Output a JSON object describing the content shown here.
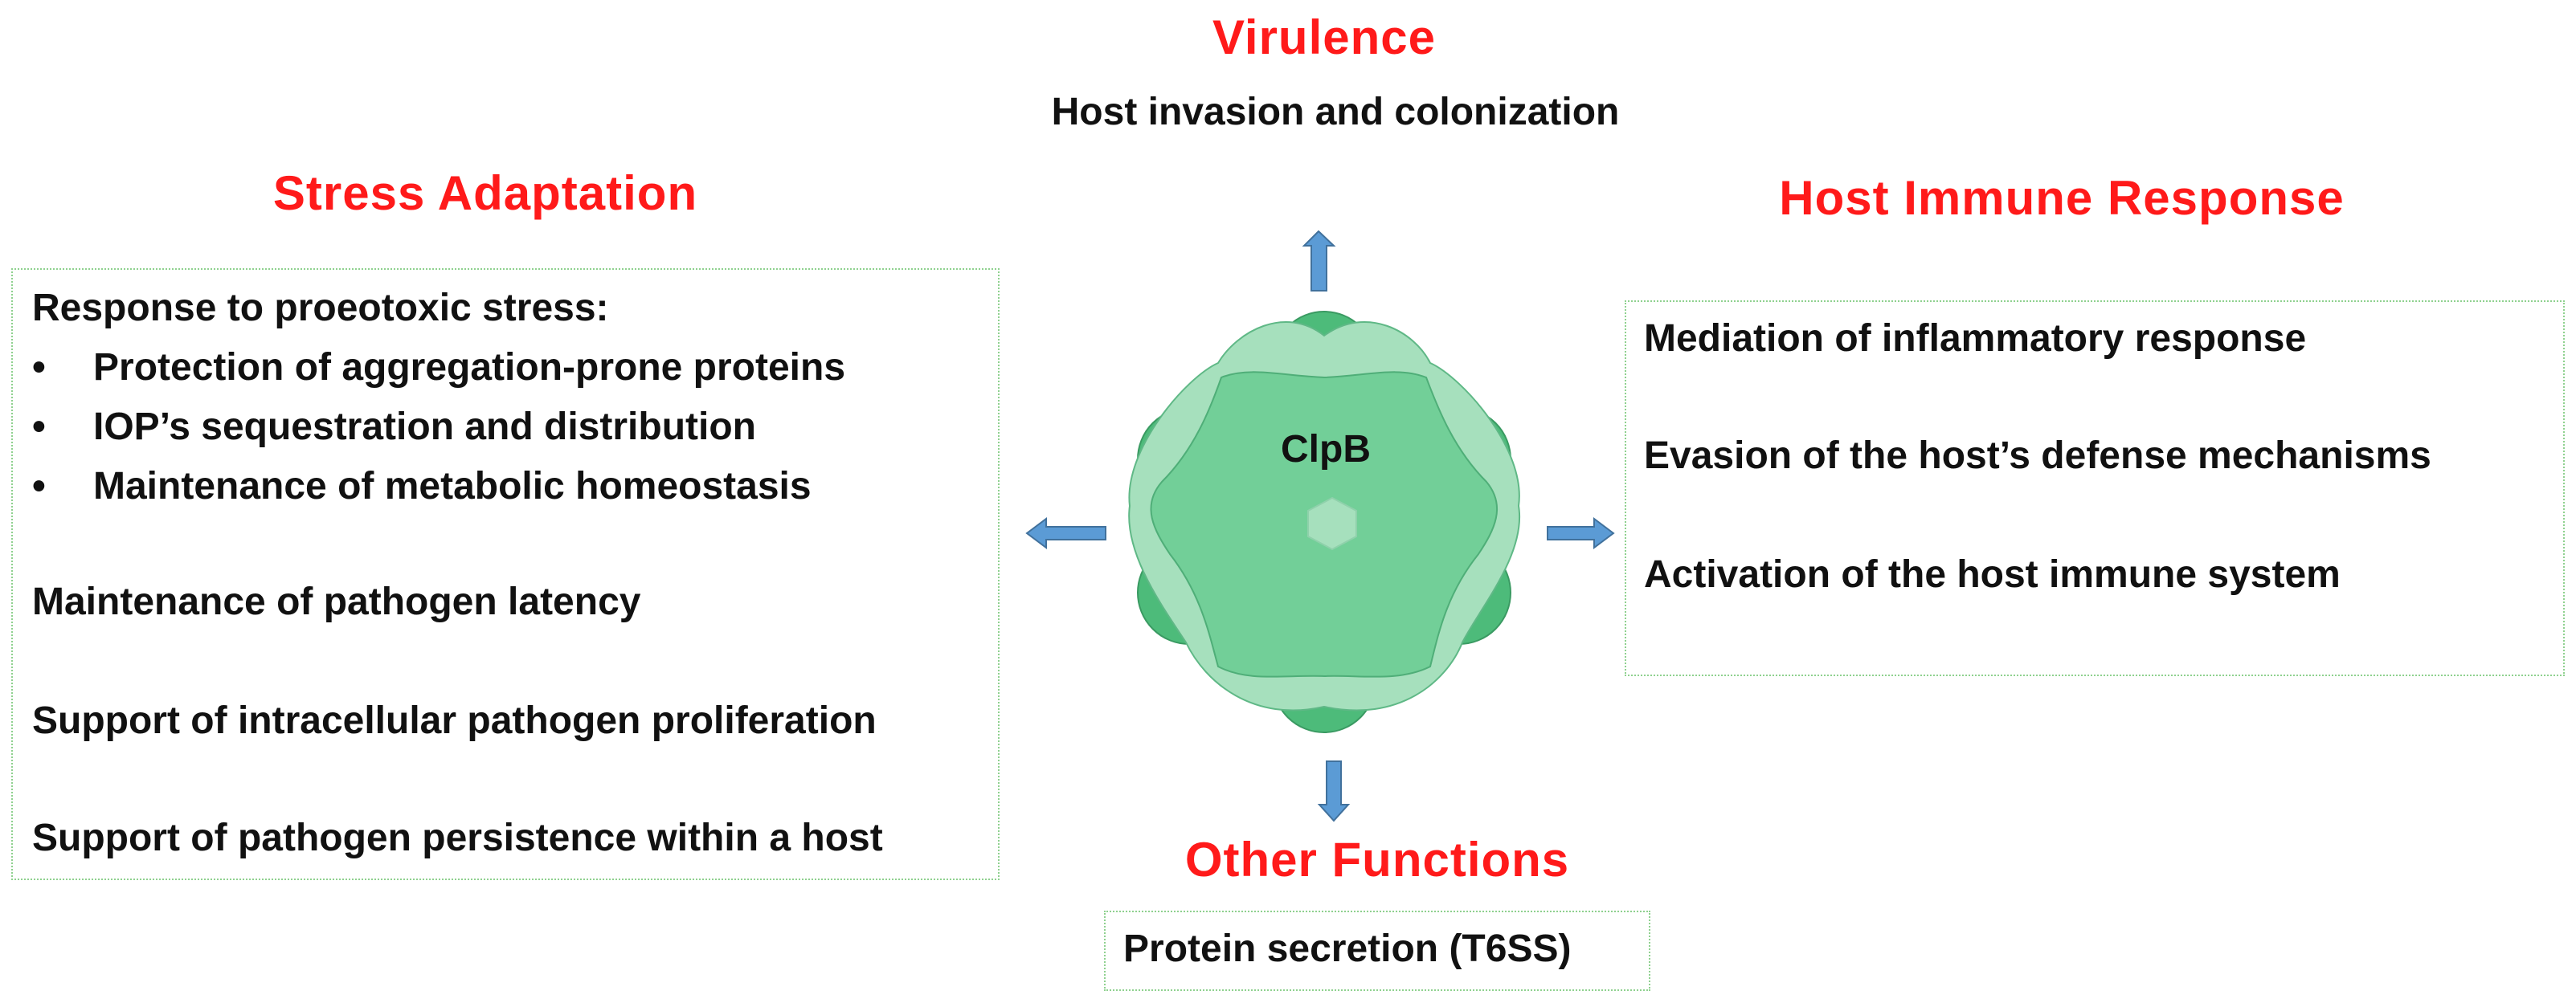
{
  "virulence": {
    "title": "Virulence",
    "subtitle": "Host invasion and colonization"
  },
  "stress_adaptation": {
    "title": "Stress Adaptation",
    "intro": "Response to proeotoxic stress:",
    "bullets": [
      "Protection of aggregation-prone proteins",
      "IOP’s sequestration and distribution",
      "Maintenance of metabolic homeostasis"
    ],
    "items": [
      "Maintenance of pathogen latency",
      "Support of intracellular pathogen proliferation",
      "Support of pathogen persistence within a host"
    ]
  },
  "host_immune_response": {
    "title": "Host Immune Response",
    "items": [
      "Mediation of inflammatory response",
      "Evasion of the host’s defense mechanisms",
      "Activation of the host immune system"
    ]
  },
  "other_functions": {
    "title": "Other Functions",
    "items": [
      "Protein secretion (T6SS)"
    ]
  },
  "center": {
    "label": "ClpB"
  },
  "colors": {
    "heading": "#ff1a1a",
    "box_border": "#8fd18f",
    "arrow": "#5b9bd5",
    "protein_dark": "#4dbb7a",
    "protein_mid": "#72cf98",
    "protein_light": "#a6e0bd"
  }
}
